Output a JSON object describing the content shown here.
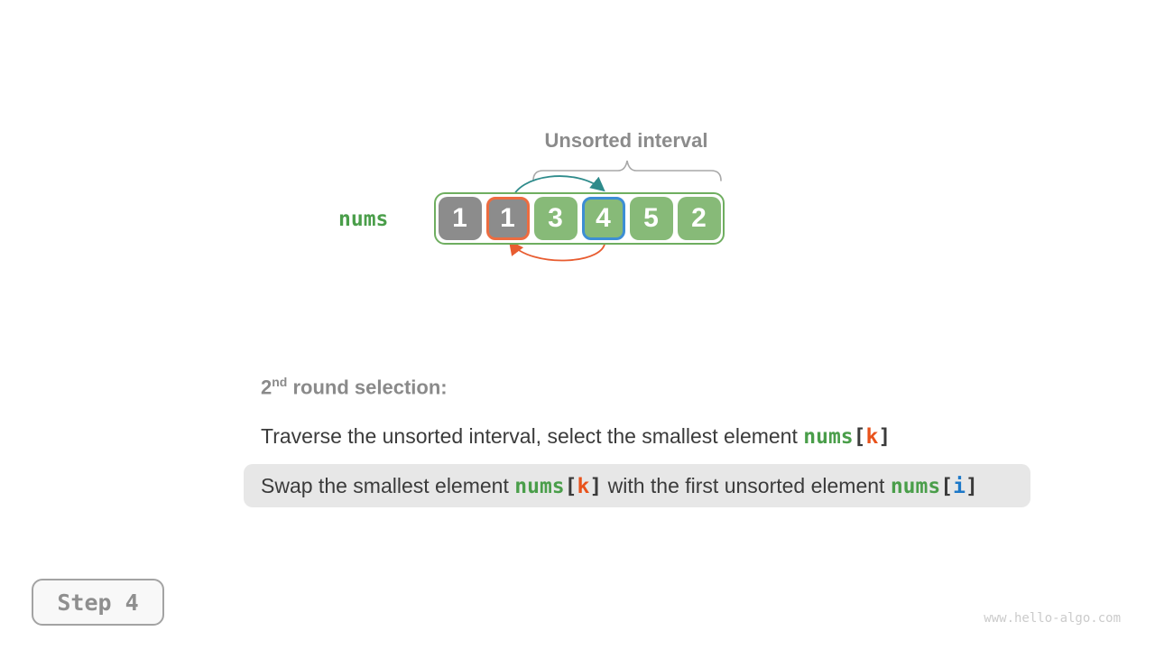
{
  "diagram": {
    "interval_label": "Unsorted interval",
    "array_label": "nums",
    "cells": [
      {
        "value": "1",
        "fill": "gray",
        "border": "none"
      },
      {
        "value": "1",
        "fill": "gray",
        "border": "orange"
      },
      {
        "value": "3",
        "fill": "green",
        "border": "none"
      },
      {
        "value": "4",
        "fill": "green",
        "border": "blue"
      },
      {
        "value": "5",
        "fill": "green",
        "border": "none"
      },
      {
        "value": "2",
        "fill": "green",
        "border": "none"
      }
    ],
    "arrows": [
      {
        "name": "select-smallest-arrow",
        "color": "#2e8b8b",
        "from_cell": 1,
        "to_cell": 3
      },
      {
        "name": "swap-back-arrow",
        "color": "#e85c30",
        "from_cell": 3,
        "to_cell": 1
      }
    ]
  },
  "caption": {
    "heading": {
      "num": "2",
      "ordinal": "nd",
      "rest": " round selection:"
    },
    "line1": [
      {
        "t": "Traverse the unsorted interval, select the smallest element "
      },
      {
        "t": "nums"
      },
      {
        "t": "["
      },
      {
        "t": "k"
      },
      {
        "t": "]"
      }
    ],
    "line2": [
      {
        "t": "Swap the smallest element "
      },
      {
        "t": "nums"
      },
      {
        "t": "["
      },
      {
        "t": "k"
      },
      {
        "t": "]"
      },
      {
        "t": " with the first unsorted element "
      },
      {
        "t": "nums"
      },
      {
        "t": "["
      },
      {
        "t": "i"
      },
      {
        "t": "]"
      }
    ]
  },
  "step_badge": {
    "label": "Step 4"
  },
  "watermark": "www.hello-algo.com",
  "colors": {
    "cell_gray": "#8c8c8c",
    "cell_green": "#87ba78",
    "array_border_green": "#6fae60",
    "cell_highlight_orange": "#ed6c40",
    "cell_highlight_blue": "#3d8ed4",
    "arrow_teal": "#2e8b8b",
    "arrow_orange": "#e85c30",
    "code_green": "#4a9e4a",
    "code_orange": "#e8521b",
    "code_blue": "#1d78c8",
    "heading_gray": "#8a8a8a",
    "body_text": "#3b3b3b",
    "highlight_row_bg": "#e7e7e7",
    "brace_gray": "#a8a8a8"
  }
}
